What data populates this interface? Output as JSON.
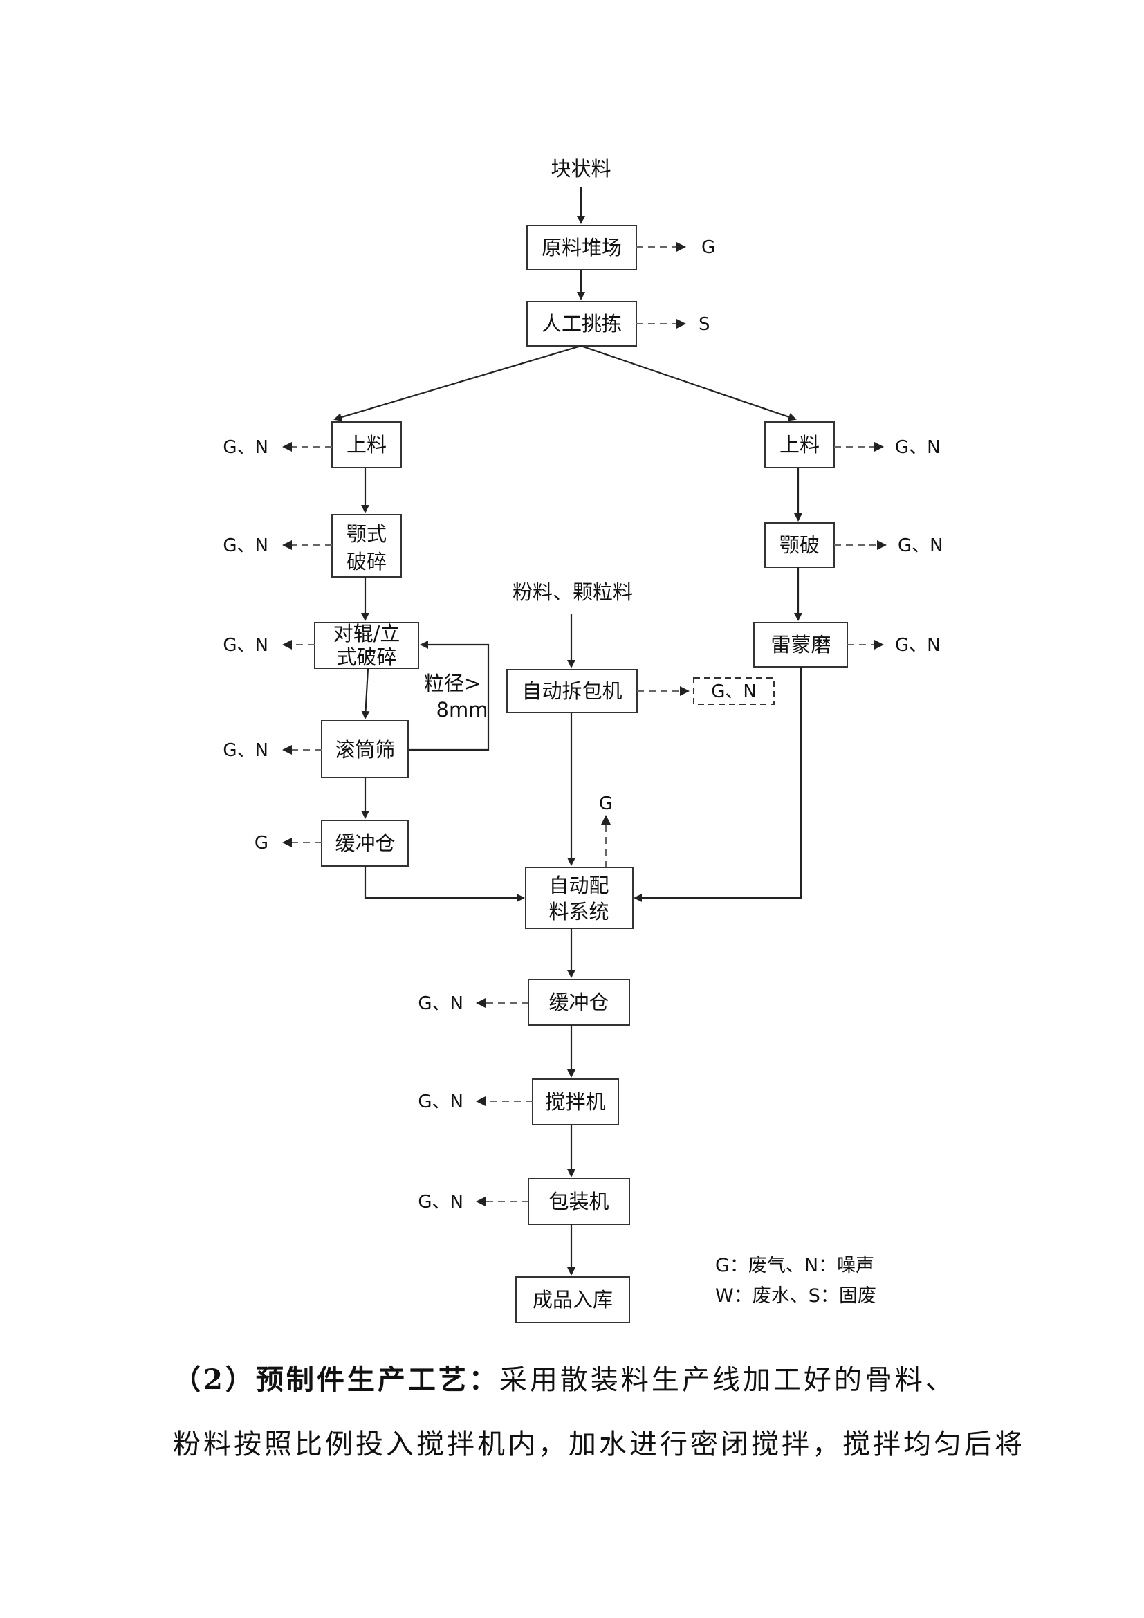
{
  "flowchart": {
    "input_blocky": "块状料",
    "raw_yard": "原料堆场",
    "raw_yard_emission": "G",
    "manual_sort": "人工挑拣",
    "manual_sort_emission": "S",
    "left": {
      "feed": "上料",
      "feed_emission": "G、N",
      "jaw_crush_l1": "颚式",
      "jaw_crush_l2": "破碎",
      "jaw_crush_emission": "G、N",
      "roller_l1": "对辊/立",
      "roller_l2": "式破碎",
      "roller_emission": "G、N",
      "oversize_l1": "粒径>",
      "oversize_l2": "8mm",
      "drum_screen": "滚筒筛",
      "drum_screen_emission": "G、N",
      "buffer": "缓冲仓",
      "buffer_emission": "G"
    },
    "middle": {
      "input_powder": "粉料、颗粒料",
      "unpacker": "自动拆包机",
      "unpacker_emission": "G、N",
      "batching_l1": "自动配",
      "batching_l2": "料系统",
      "batching_emission": "G"
    },
    "right": {
      "feed": "上料",
      "feed_emission": "G、N",
      "jaw": "颚破",
      "jaw_emission": "G、N",
      "raymond": "雷蒙磨",
      "raymond_emission": "G、N"
    },
    "bottom": {
      "buffer": "缓冲仓",
      "buffer_emission": "G、N",
      "mixer": "搅拌机",
      "mixer_emission": "G、N",
      "packer": "包装机",
      "packer_emission": "G、N",
      "warehouse": "成品入库"
    },
    "legend_line1": "G：废气、N：噪声",
    "legend_line2": "W：废水、S：固废"
  },
  "paragraph": {
    "heading": "（2）预制件生产工艺：",
    "line1_rest": "采用散装料生产线加工好的骨料、",
    "line2": "粉料按照比例投入搅拌机内，加水进行密闭搅拌，搅拌均匀后将"
  }
}
